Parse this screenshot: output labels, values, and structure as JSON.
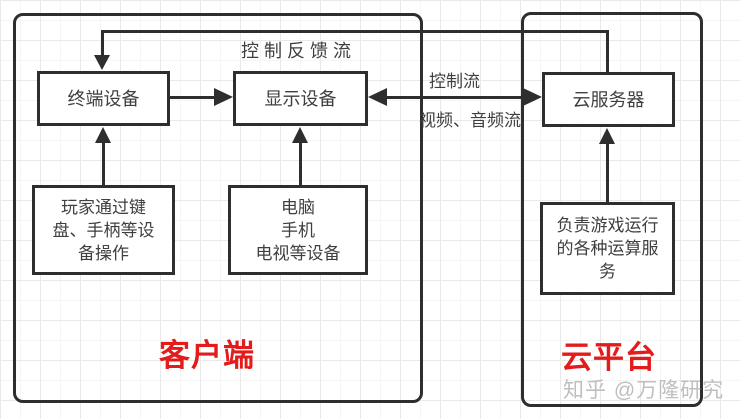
{
  "diagram": {
    "client": {
      "region_label": "客户端",
      "nodes": {
        "terminal": "终端设备",
        "display": "显示设备",
        "player_input": "玩家通过键\n盘、手柄等设\n备操作",
        "display_devices": "电脑\n手机\n电视等设备"
      }
    },
    "cloud": {
      "region_label": "云平台",
      "nodes": {
        "cloud_server": "云服务器",
        "compute_service": "负责游戏运行\n的各种运算服\n务"
      }
    },
    "flows": {
      "control_feedback": "控制反馈流",
      "control": "控制流",
      "video_audio": "视频、音频流"
    },
    "colors": {
      "region_label_red": "#e31b1b",
      "line_dark": "#2e2e2e",
      "watermark_gray": "#bfbfbf",
      "grid_gray": "#e9e9e9"
    },
    "watermark": "知乎 @万隆研究"
  }
}
